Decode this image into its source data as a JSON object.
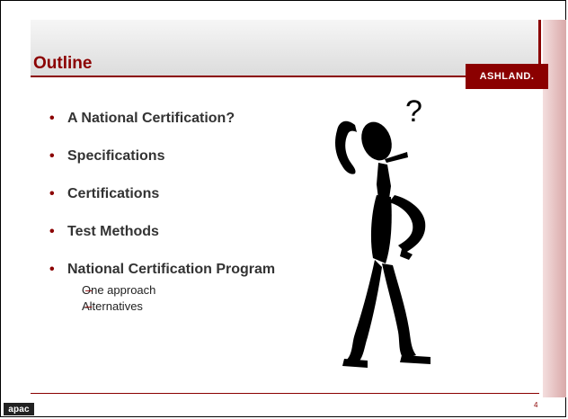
{
  "slide": {
    "title": "Outline",
    "logo_text": "ASHLAND.",
    "bullets": [
      {
        "text": "A National Certification?"
      },
      {
        "text": "Specifications"
      },
      {
        "text": "Certifications"
      },
      {
        "text": "Test Methods"
      },
      {
        "text": "National Certification Program"
      }
    ],
    "sub_bullets": [
      "One approach",
      "Alternatives"
    ],
    "page_number": "4",
    "footer_logo": "apac",
    "figure_mark": "?"
  },
  "colors": {
    "accent": "#8b0000",
    "text": "#333333"
  },
  "icons": {
    "figure": "thinking-stick-figure-icon"
  }
}
